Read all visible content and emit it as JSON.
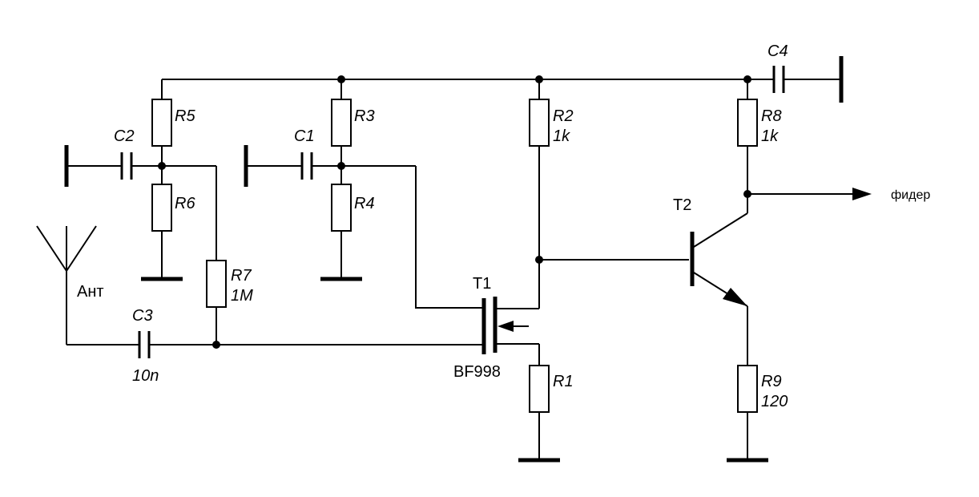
{
  "labels": {
    "r1": "R1",
    "r2": "R2",
    "r2_value": "1k",
    "r3": "R3",
    "r4": "R4",
    "r5": "R5",
    "r6": "R6",
    "r7": "R7",
    "r7_value": "1M",
    "r8": "R8",
    "r8_value": "1k",
    "r9": "R9",
    "r9_value": "120",
    "c1": "C1",
    "c2": "C2",
    "c3": "C3",
    "c3_value": "10n",
    "c4": "C4",
    "t1": "T1",
    "t1_part": "BF998",
    "t2": "T2",
    "antenna": "Ант",
    "output": "фидер"
  }
}
